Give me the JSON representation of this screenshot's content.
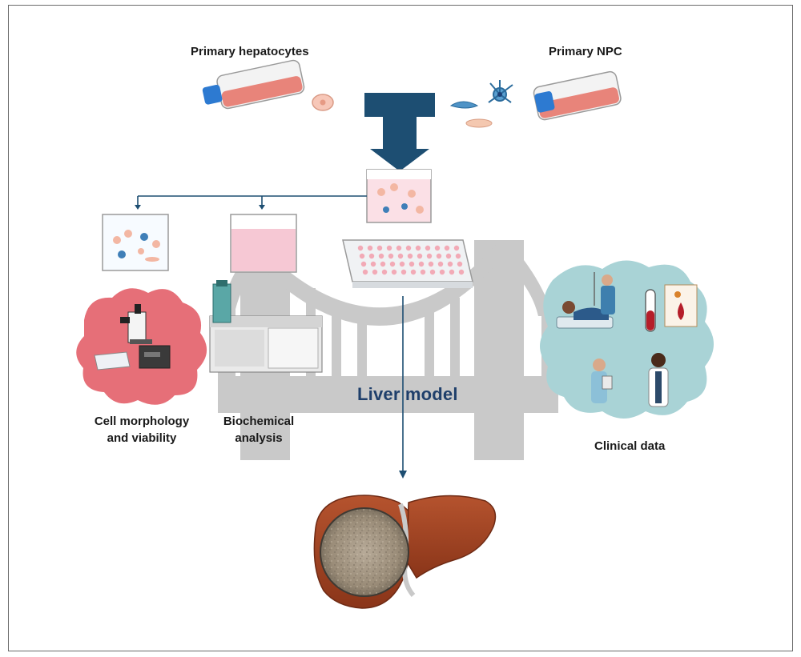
{
  "labels": {
    "primary_hepatocytes": "Primary hepatocytes",
    "primary_npc": "Primary NPC",
    "cell_morphology_line1": "Cell morphology",
    "cell_morphology_line2": "and viability",
    "biochemical_line1": "Biochemical",
    "biochemical_line2": "analysis",
    "liver_model": "Liver model",
    "clinical_data": "Clinical data"
  },
  "colors": {
    "arrow_blue": "#1d4e72",
    "bridge_gray": "#c9c9c9",
    "flask_pink": "#e8847a",
    "medium_pink": "#f6c8d4",
    "blob_red": "#e66f78",
    "blob_teal": "#a9d3d6",
    "liver_brown": "#9b3f22"
  }
}
